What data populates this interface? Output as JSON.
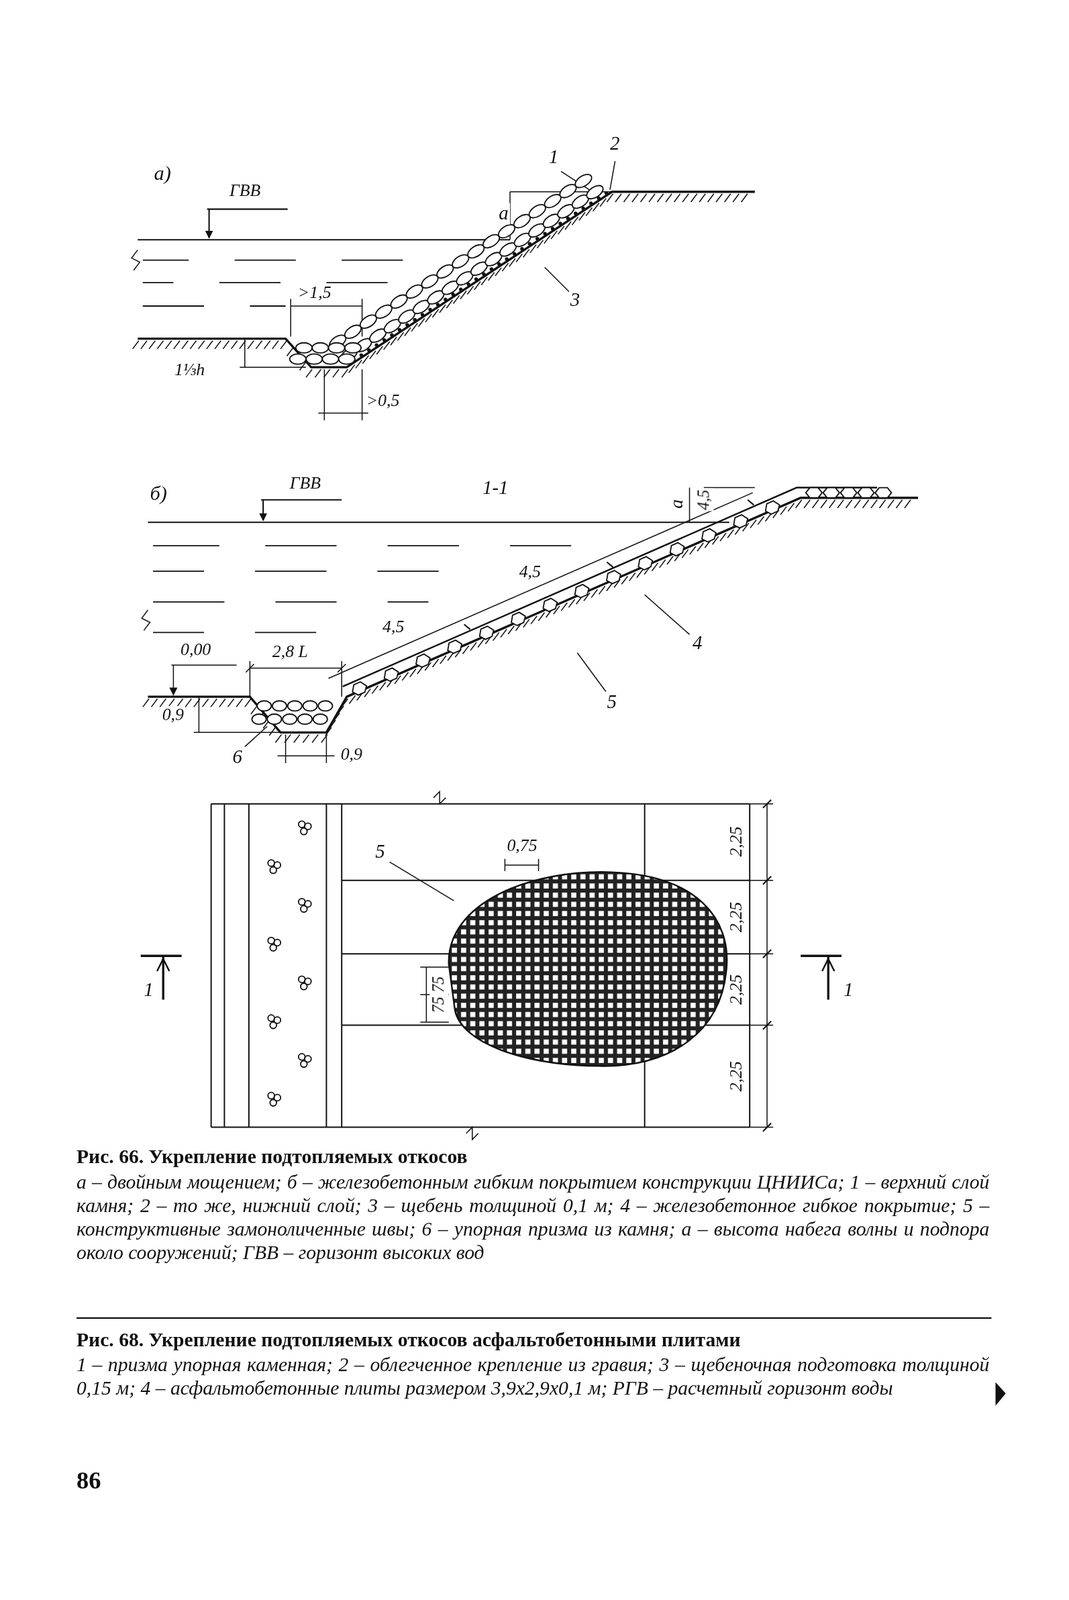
{
  "diagram": {
    "caption": "Рис. 66. Укрепление подтопляемых откосов",
    "labels": [
      "а)",
      "ГВВ",
      "1",
      "2",
      "а",
      "3",
      ">1,5",
      "1⅓h",
      ">0,5",
      "б)",
      "ГВВ",
      "1-1",
      "а",
      "4,5",
      "4,5",
      "4,5",
      "4",
      "5",
      "0,00",
      "2,8 L",
      "0,9",
      "6",
      "0,9",
      "5",
      "0,75",
      "75 75",
      "2,25",
      "2,25",
      "2,25",
      "2,25",
      "1",
      "1",
      "а – двойным мощением; б – железобетонным гибким покрытием конструкции ЦНИИСа; 1 – верхний слой камня; 2 – то же, нижний слой; 3 – щебень толщиной 0,1 м; 4 – железобетонное гибкое покрытие; 5 – конструктивные замоноличенные швы; 6 – упорная призма из камня; а – высота набега волны и подпора около сооружений; ГВВ – горизонт высоких вод",
      "Рис. 68. Укрепление подтопляемых откосов асфальтобетонными плитами",
      "1 – призма упорная каменная; 2 – облегченное крепление из гравия; 3 – щебеночная подготовка толщиной 0,15 м; 4 – асфальтобетонные плиты размером 3,9х2,9х0,1 м; РГВ – расчетный горизонт воды",
      "86"
    ]
  }
}
